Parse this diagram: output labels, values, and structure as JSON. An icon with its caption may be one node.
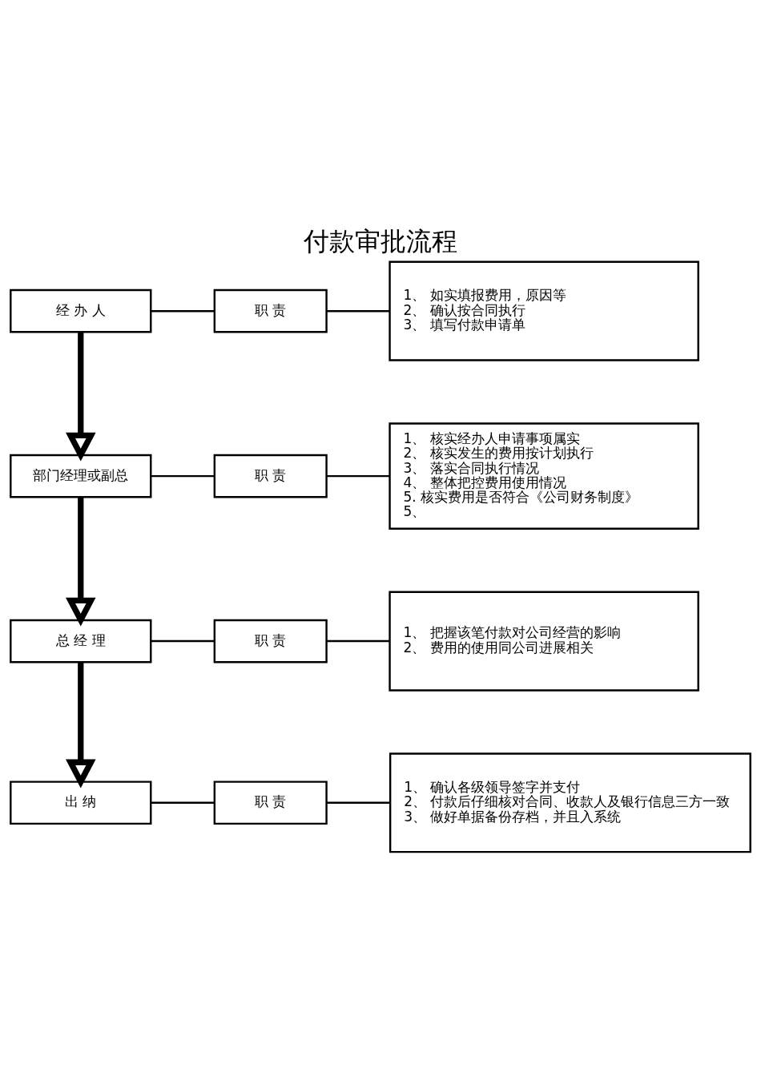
{
  "diagram": {
    "title": "付款审批流程",
    "nodes": [
      {
        "text": [
          "经 办 人"
        ]
      },
      {
        "text": [
          "职 责"
        ]
      },
      {
        "text": [
          "1、 如实填报费用，原因等",
          "2、 确认按合同执行",
          "3、 填写付款申请单"
        ]
      },
      {
        "text": [
          "部门经理或副总"
        ]
      },
      {
        "text": [
          "职 责"
        ]
      },
      {
        "text": [
          "1、 核实经办人申请事项属实",
          "2、 核实发生的费用按计划执行",
          "3、 落实合同执行情况",
          "4、 整体把控费用使用情况",
          "5. 核实费用是否符合《公司财务制度》",
          "5、"
        ]
      },
      {
        "text": [
          "总 经 理"
        ]
      },
      {
        "text": [
          "职 责"
        ]
      },
      {
        "text": [
          "1、 把握该笔付款对公司经营的影响",
          "2、 费用的使用同公司进展相关"
        ]
      },
      {
        "text": [
          "出 纳"
        ]
      },
      {
        "text": [
          "职 责"
        ]
      },
      {
        "text": [
          "1、 确认各级领导签字并支付",
          "2、 付款后仔细核对合同、收款人及银行信息三方一致",
          "3、 做好单据备份存档，并且入系统"
        ]
      }
    ],
    "edges": [
      {
        "from": 0,
        "to": 1,
        "arrow": "none"
      },
      {
        "from": 1,
        "to": 2,
        "arrow": "none"
      },
      {
        "from": 0,
        "to": 3,
        "arrow": "to",
        "style": "thick"
      },
      {
        "from": 3,
        "to": 4,
        "arrow": "none"
      },
      {
        "from": 4,
        "to": 5,
        "arrow": "none"
      },
      {
        "from": 3,
        "to": 6,
        "arrow": "to",
        "style": "thick"
      },
      {
        "from": 6,
        "to": 7,
        "arrow": "none"
      },
      {
        "from": 7,
        "to": 8,
        "arrow": "none"
      },
      {
        "from": 6,
        "to": 9,
        "arrow": "to",
        "style": "thick"
      },
      {
        "from": 9,
        "to": 10,
        "arrow": "none"
      },
      {
        "from": 10,
        "to": 11,
        "arrow": "none"
      }
    ]
  }
}
